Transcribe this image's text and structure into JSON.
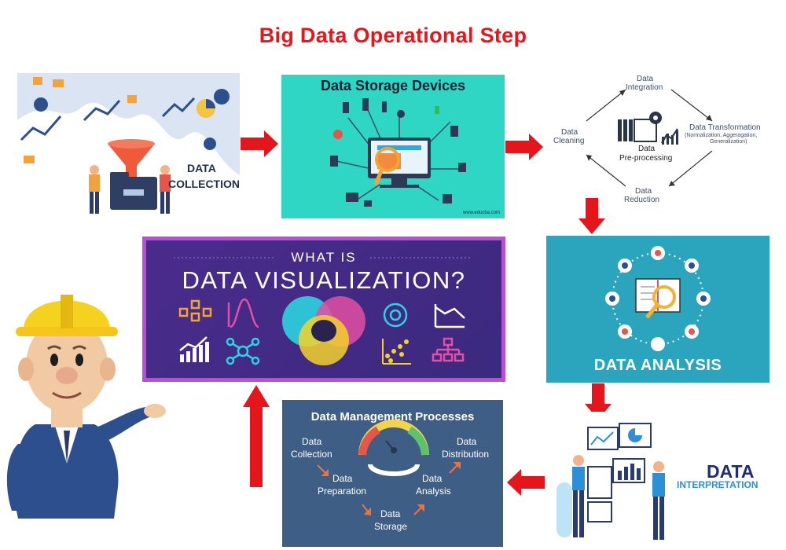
{
  "title": "Big Data Operational Step",
  "colors": {
    "arrow": "#e4151b",
    "title": "#e8151b",
    "storage_bg": "#2fd6c4",
    "viz_bg": "#4a2b8c",
    "analysis_bg": "#2aa5bd",
    "management_bg": "#3f5e86"
  },
  "steps": {
    "collection": {
      "label_line1": "DATA",
      "label_line2": "COLLECTION"
    },
    "storage": {
      "heading": "Data Storage Devices",
      "credit": "www.educba.com"
    },
    "preprocessing": {
      "center_line1": "Data",
      "center_line2": "Pre-processing",
      "integration_line1": "Data",
      "integration_line2": "Integration",
      "transformation_line1": "Data Transformation",
      "transformation_line2": "(Normalization, Aggeragation,",
      "transformation_line3": "Generalization)",
      "reduction_line1": "Data",
      "reduction_line2": "Reduction",
      "cleaning_line1": "Data",
      "cleaning_line2": "Cleaning"
    },
    "analysis": {
      "label": "DATA ANALYSIS"
    },
    "interpretation": {
      "label_line1": "DATA",
      "label_line2": "INTERPRETATION"
    },
    "management": {
      "heading": "Data Management Processes",
      "collection_line1": "Data",
      "collection_line2": "Collection",
      "preparation_line1": "Data",
      "preparation_line2": "Preparation",
      "storage_line1": "Data",
      "storage_line2": "Storage",
      "analysis_line1": "Data",
      "analysis_line2": "Analysis",
      "distribution_line1": "Data",
      "distribution_line2": "Distribution"
    },
    "visualization": {
      "line1": "WHAT IS",
      "line2": "DATA VISUALIZATION?"
    }
  }
}
